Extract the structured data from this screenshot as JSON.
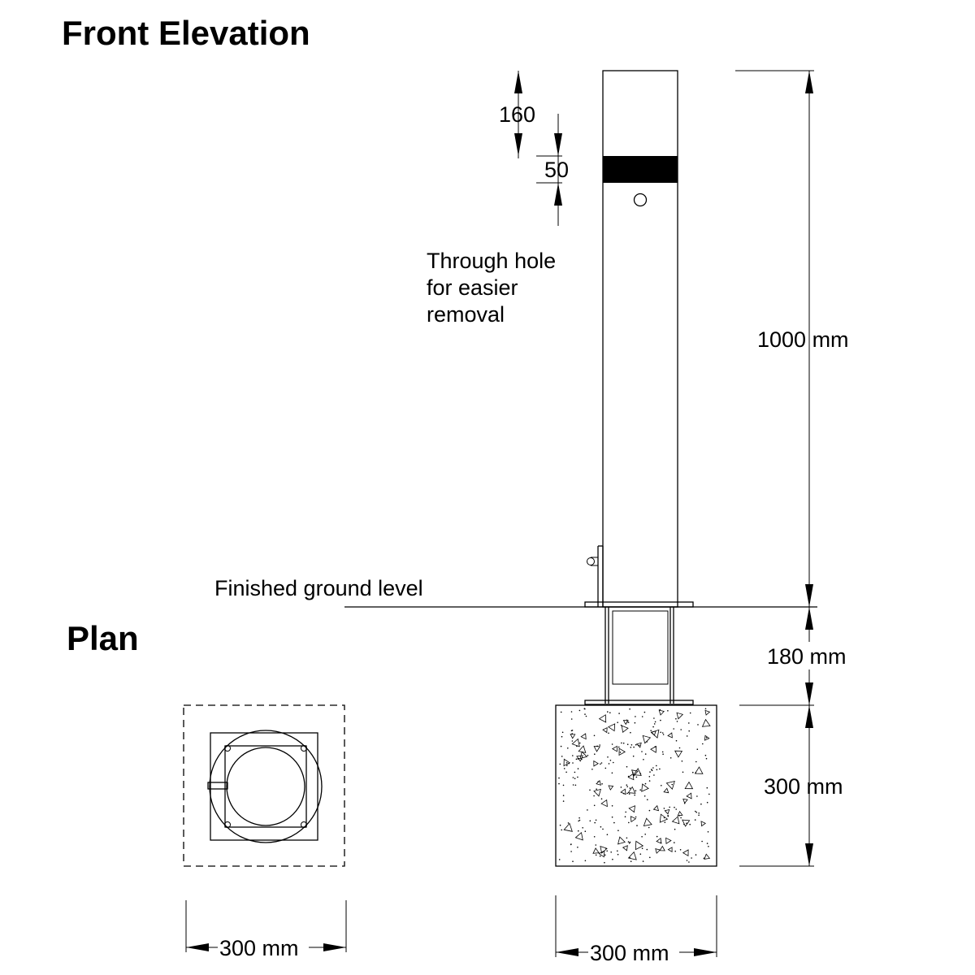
{
  "headings": {
    "front_elevation": "Front Elevation",
    "plan": "Plan"
  },
  "dimensions": {
    "band_offset": "160",
    "band_height": "50",
    "height_above_ground": "1000 mm",
    "sleeve_depth": "180 mm",
    "foundation_depth": "300 mm",
    "plan_width": "300 mm",
    "foundation_width": "300 mm"
  },
  "notes": {
    "through_hole_line1": "Through hole",
    "through_hole_line2": "for easier",
    "through_hole_line3": "removal",
    "ground_level": "Finished ground level"
  },
  "colors": {
    "line": "#000000",
    "background": "#ffffff"
  }
}
